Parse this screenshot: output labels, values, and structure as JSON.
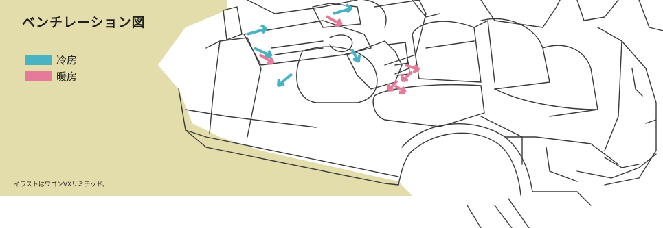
{
  "diagram": {
    "title": "ベンチレーション図",
    "caption": "イラストはワゴンVXリミテッド。",
    "legend": [
      {
        "label": "冷房",
        "color": "#49b3c3"
      },
      {
        "label": "暖房",
        "color": "#e57a99"
      }
    ],
    "colors": {
      "background": "#e3dcab",
      "line": "#3a3a3a",
      "cool": "#49b3c3",
      "warm": "#e57a99"
    }
  }
}
